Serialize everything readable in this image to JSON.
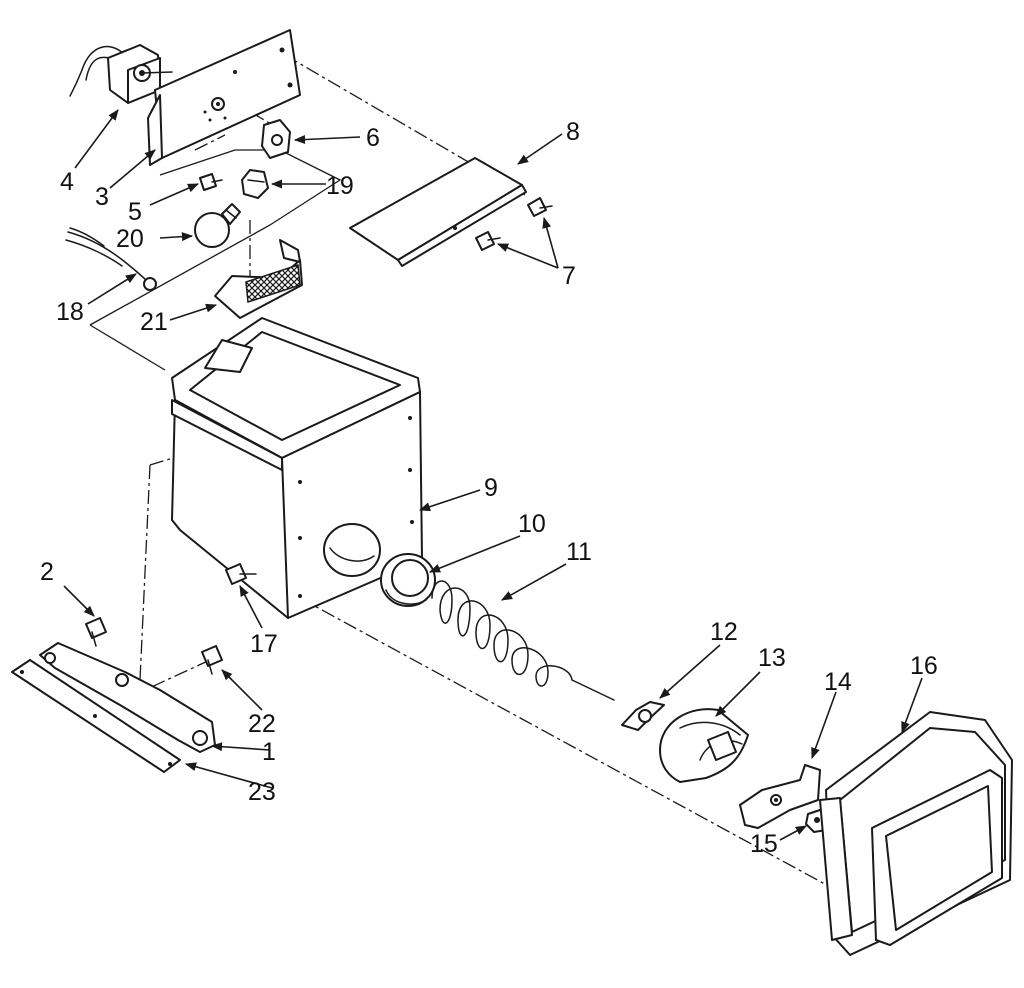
{
  "diagram": {
    "callouts": [
      "1",
      "2",
      "3",
      "4",
      "5",
      "6",
      "7",
      "8",
      "9",
      "10",
      "11",
      "12",
      "13",
      "14",
      "15",
      "16",
      "17",
      "18",
      "19",
      "20",
      "21",
      "22",
      "23"
    ]
  },
  "colors": {
    "ink": "#1a1a1a",
    "paper": "#ffffff"
  }
}
